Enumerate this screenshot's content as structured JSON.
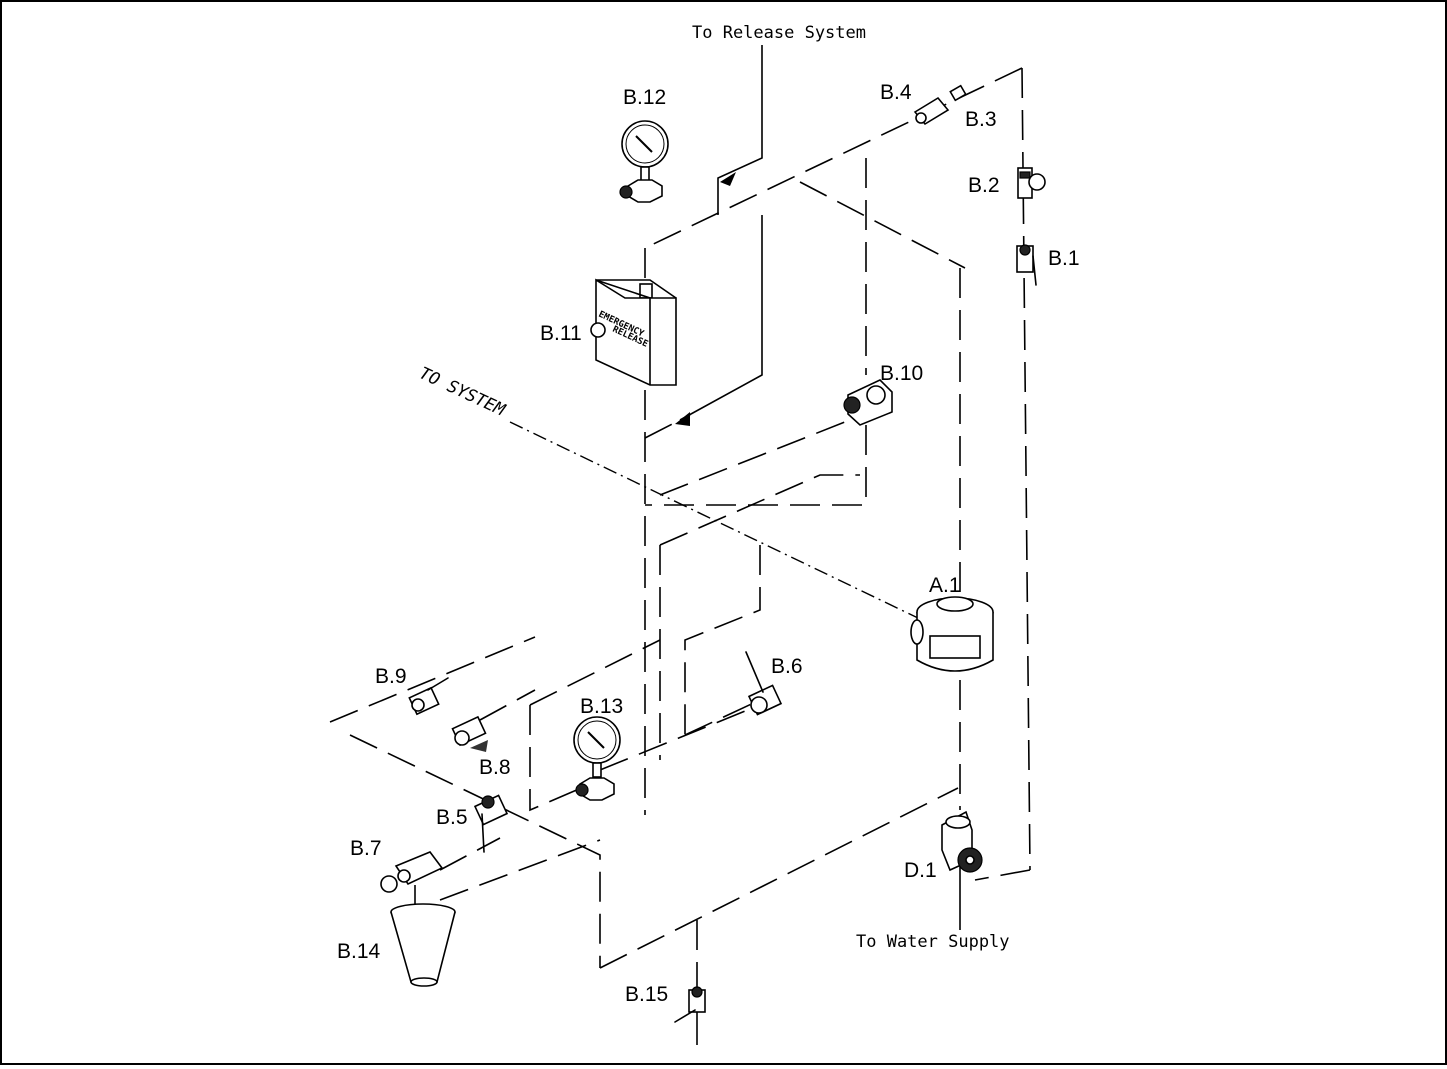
{
  "captions": {
    "to_release_system": "To Release System",
    "to_system": "TO SYSTEM",
    "to_water_supply": "To Water Supply"
  },
  "box": {
    "line1": "EMERGENCY",
    "line2": "RELEASE"
  },
  "labels": {
    "a1": "A.1",
    "b1": "B.1",
    "b2": "B.2",
    "b3": "B.3",
    "b4": "B.4",
    "b5": "B.5",
    "b6": "B.6",
    "b7": "B.7",
    "b8": "B.8",
    "b9": "B.9",
    "b10": "B.10",
    "b11": "B.11",
    "b12": "B.12",
    "b13": "B.13",
    "b14": "B.14",
    "b15": "B.15",
    "d1": "D.1"
  },
  "icons": {
    "pressure_gauge": "pressure-gauge-icon",
    "ball_valve": "ball-valve-icon",
    "strainer": "strainer-icon",
    "check_valve": "check-valve-icon",
    "funnel": "drain-funnel-icon",
    "deluge_valve": "deluge-valve-icon",
    "control_valve": "control-valve-icon",
    "flow_arrow": "flow-arrow-icon"
  }
}
